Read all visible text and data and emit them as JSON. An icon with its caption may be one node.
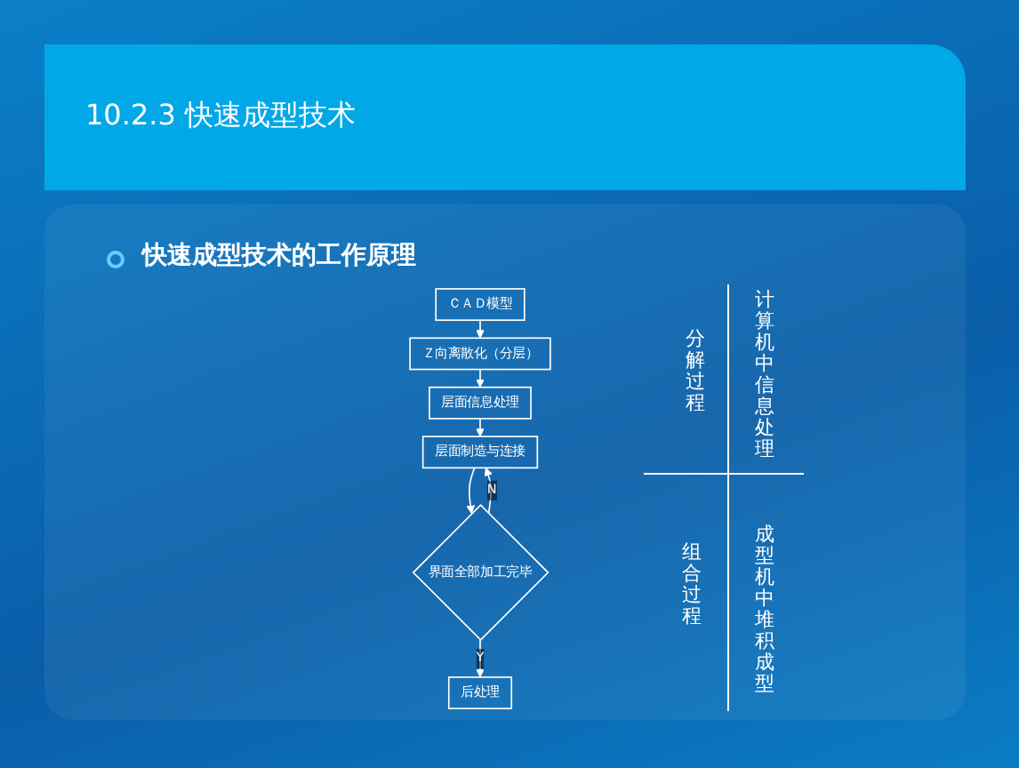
{
  "diagram": {
    "title": "10.2.3 快速成型技术",
    "nodes": [
      {
        "text": [
          "ＣＡＤ模型"
        ]
      },
      {
        "text": [
          "Ｚ向离散化（分层）"
        ]
      },
      {
        "text": [
          "层面信息处理"
        ]
      },
      {
        "text": [
          "层面制造与连接"
        ]
      },
      {
        "text": [
          "界面全部加工完毕"
        ]
      },
      {
        "text": [
          "后处理"
        ]
      }
    ],
    "edges": [
      {
        "from": 0,
        "to": 1,
        "arrow": "to"
      },
      {
        "from": 1,
        "to": 2,
        "arrow": "to"
      },
      {
        "from": 2,
        "to": 3,
        "arrow": "to"
      },
      {
        "from": 3,
        "to": 4,
        "arrow": "to"
      },
      {
        "from": 4,
        "to": 5,
        "arrow": "to",
        "label": "Y"
      },
      {
        "from": 4,
        "to": 3,
        "arrow": "to",
        "label": "N"
      }
    ],
    "labels": [
      "快速成型技术的工作原理",
      "分解过程",
      "计算机中信息处理",
      "组合过程",
      "成型机中堆积成型"
    ]
  }
}
